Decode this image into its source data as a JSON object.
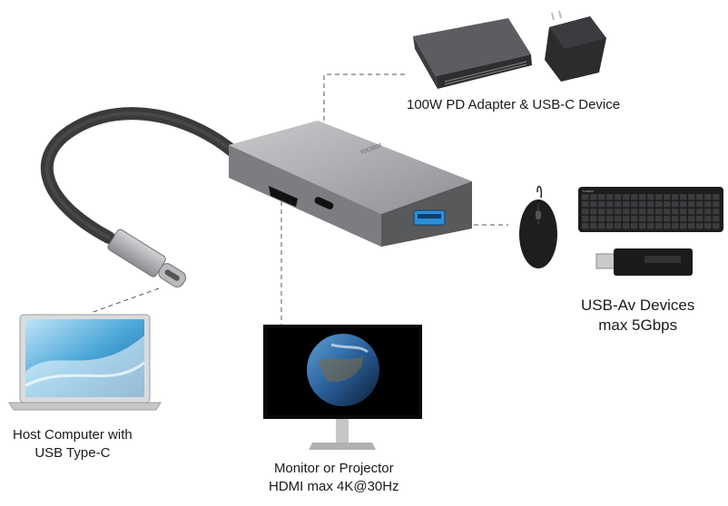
{
  "hub": {
    "brand": "rocstor"
  },
  "keyboard": {
    "brand": "rocstor"
  },
  "labels": {
    "power_device": "100W PD Adapter & USB-C Device",
    "usb_devices_line1": "USB-Av Devices",
    "usb_devices_line2": "max 5Gbps",
    "host_line1": "Host Computer with",
    "host_line2": "USB Type-C",
    "monitor_line1": "Monitor or Projector",
    "monitor_line2": "HDMI max 4K@30Hz"
  },
  "colors": {
    "hub_body": "#a6a8ab",
    "hub_face": "#58595b",
    "usb_port": "#2a8fd6",
    "cable": "#3a3a3a",
    "leader_line": "#555555"
  }
}
